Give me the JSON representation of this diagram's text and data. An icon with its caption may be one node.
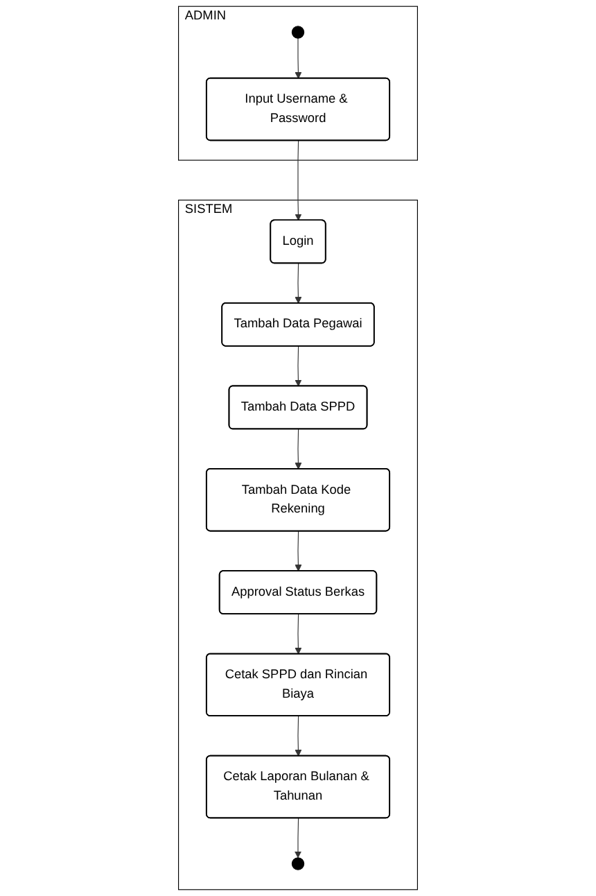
{
  "diagram": {
    "nodes": [
      {
        "text": [
          "ADMIN"
        ]
      },
      {
        "text": [
          "SISTEM"
        ]
      },
      {
        "text": [],
        "shape": "circle",
        "in": 0
      },
      {
        "text": [
          "Input Username & Password"
        ],
        "in": 0
      },
      {
        "text": [
          "Login"
        ],
        "in": 1
      },
      {
        "text": [
          "Tambah Data Pegawai"
        ],
        "in": 1
      },
      {
        "text": [
          "Tambah Data SPPD"
        ],
        "in": 1
      },
      {
        "text": [
          "Tambah Data Kode Rekening"
        ],
        "in": 1
      },
      {
        "text": [
          "Approval Status Berkas"
        ],
        "in": 1
      },
      {
        "text": [
          "Cetak SPPD dan Rincian Biaya"
        ],
        "in": 1
      },
      {
        "text": [
          "Cetak Laporan Bulanan & Tahunan"
        ],
        "in": 1
      },
      {
        "text": [],
        "shape": "circle",
        "in": 1
      }
    ],
    "edges": [
      {
        "from": 2,
        "to": 3,
        "arrow": "to"
      },
      {
        "from": 3,
        "to": 4,
        "arrow": "to"
      },
      {
        "from": 4,
        "to": 5,
        "arrow": "to"
      },
      {
        "from": 5,
        "to": 6,
        "arrow": "to"
      },
      {
        "from": 6,
        "to": 7,
        "arrow": "to"
      },
      {
        "from": 7,
        "to": 8,
        "arrow": "to"
      },
      {
        "from": 8,
        "to": 9,
        "arrow": "to"
      },
      {
        "from": 9,
        "to": 10,
        "arrow": "to"
      },
      {
        "from": 10,
        "to": 11,
        "arrow": "to"
      }
    ]
  }
}
